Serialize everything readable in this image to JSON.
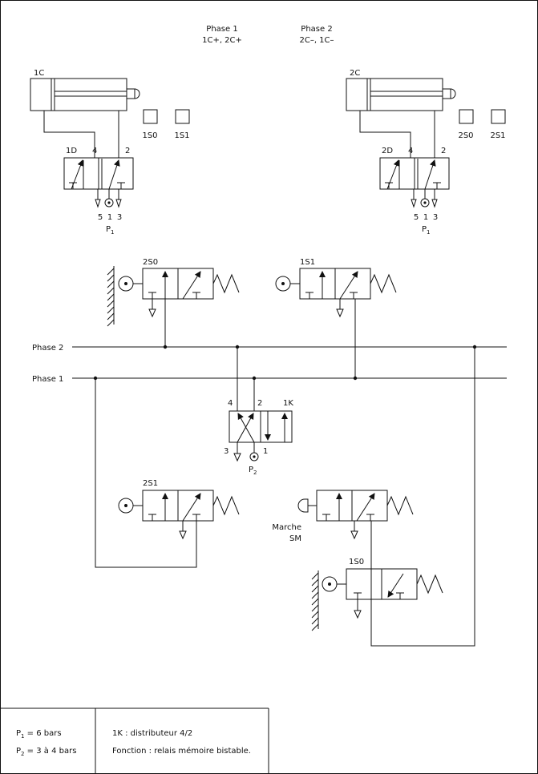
{
  "phases": {
    "phase1": {
      "title": "Phase 1",
      "desc": "1C+, 2C+"
    },
    "phase2": {
      "title": "Phase 2",
      "desc": "2C–, 1C–"
    }
  },
  "cylinders": {
    "c1": {
      "label": "1C",
      "distributor": "1D",
      "port4": "4",
      "port2": "2",
      "port5": "5",
      "port1": "1",
      "port3": "3",
      "pressure_base": "P",
      "pressure_sub": "1",
      "sensor_a": "1S0",
      "sensor_b": "1S1"
    },
    "c2": {
      "label": "2C",
      "distributor": "2D",
      "port4": "4",
      "port2": "2",
      "port5": "5",
      "port1": "1",
      "port3": "3",
      "pressure_base": "P",
      "pressure_sub": "1",
      "sensor_a": "2S0",
      "sensor_b": "2S1"
    }
  },
  "valves": {
    "v2s0": "2S0",
    "v1s1": "1S1",
    "v2s1": "2S1",
    "v1s0": "1S0",
    "marche": "Marche",
    "sm": "SM"
  },
  "lines": {
    "phase2": "Phase 2",
    "phase1": "Phase 1"
  },
  "memory": {
    "label": "1K",
    "port4": "4",
    "port2": "2",
    "port3": "3",
    "port1": "1",
    "pressure_base": "P",
    "pressure_sub": "2"
  },
  "legend": {
    "p1_base": "P",
    "p1_sub": "1",
    "p1_value": " = 6 bars",
    "p2_base": "P",
    "p2_sub": "2",
    "p2_value": " = 3 à 4 bars",
    "line1": "1K : distributeur 4/2",
    "line2": "Fonction : relais mémoire bistable."
  }
}
